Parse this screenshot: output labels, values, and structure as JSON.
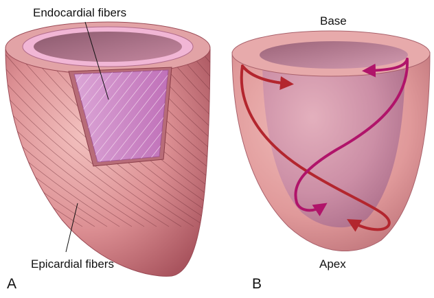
{
  "panels": [
    {
      "letter": "A",
      "labels": {
        "top": "Endocardial fibers",
        "bottom": "Epicardial fibers"
      }
    },
    {
      "letter": "B",
      "labels": {
        "top": "Base",
        "bottom": "Apex"
      }
    }
  ],
  "colors": {
    "wall_outer": "#d98a8e",
    "wall_light": "#f0b7b6",
    "wall_dark": "#9a4a55",
    "rim_pink": "#f2b8d6",
    "endo_fill": "#cf86c6",
    "cavity": "#b3748f",
    "arrow_red": "#b3262e",
    "arrow_magenta": "#b0146a",
    "fiber_line": "#6e2d36"
  }
}
